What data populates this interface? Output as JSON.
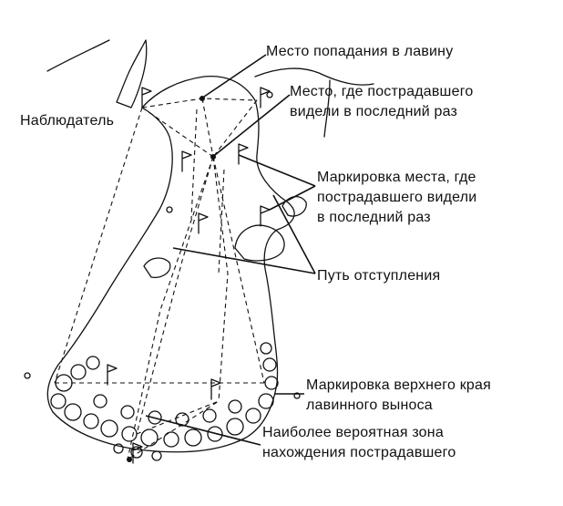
{
  "labels": {
    "avalanche_entry": "Место попадания в лавину",
    "last_seen": [
      "Место, где пострадавшего",
      "видели в последний раз"
    ],
    "observer": "Наблюдатель",
    "last_seen_markers": [
      "Маркировка места, где",
      "пострадавшего видели",
      "в последний раз"
    ],
    "escape_route": "Путь отступления",
    "deposit_edge_markers": [
      "Маркировка  верхнего края",
      "лавинного выноса"
    ],
    "probable_burial_zone": [
      "Наиболее вероятная зона",
      "нахождения пострадавшего"
    ]
  },
  "colors": {
    "ink": "#111111",
    "paper": "#ffffff"
  }
}
